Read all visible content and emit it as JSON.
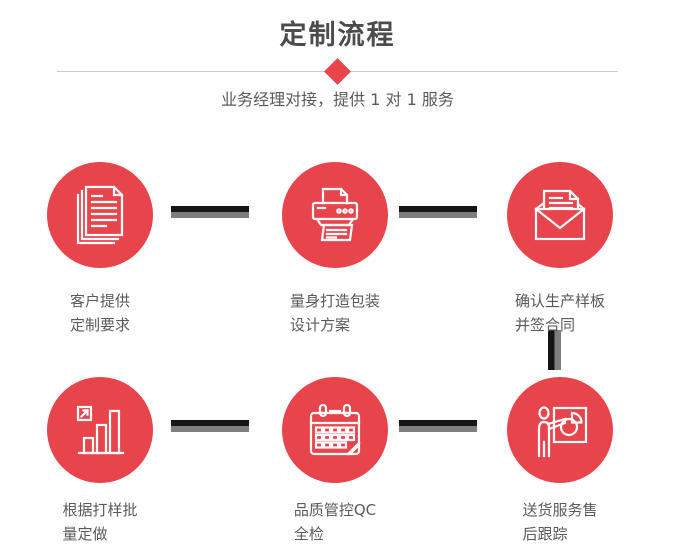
{
  "colors": {
    "accent_red": "#e7444b",
    "title_gray": "#4c4c4c",
    "text_gray": "#5a5a5a",
    "connector_black": "#151515",
    "connector_gray": "#7e7e7e",
    "divider_gray": "#cbcbcb"
  },
  "header": {
    "title": "定制流程",
    "diamond_icon": "red-diamond-icon",
    "subtitle": "业务经理对接，提供 1 对 1 服务"
  },
  "stages": [
    {
      "icon": "documents-icon",
      "line1": "客户提供",
      "line2": "定制要求"
    },
    {
      "icon": "printer-icon",
      "line1": "量身打造包装",
      "line2": "设计方案"
    },
    {
      "icon": "envelope-letter-icon",
      "line1": "确认生产样板",
      "line2": "并签合同"
    },
    {
      "icon": "bar-chart-icon",
      "line1": "根据打样批",
      "line2": "量定做"
    },
    {
      "icon": "calendar-icon",
      "line1": "品质管控QC",
      "line2": "全检"
    },
    {
      "icon": "presentation-icon",
      "line1": "送货服务售",
      "line2": "后跟踪"
    }
  ],
  "connectors": {
    "horizontal_count": 4,
    "vertical_count": 1,
    "style": "two-tone black over gray bar"
  }
}
